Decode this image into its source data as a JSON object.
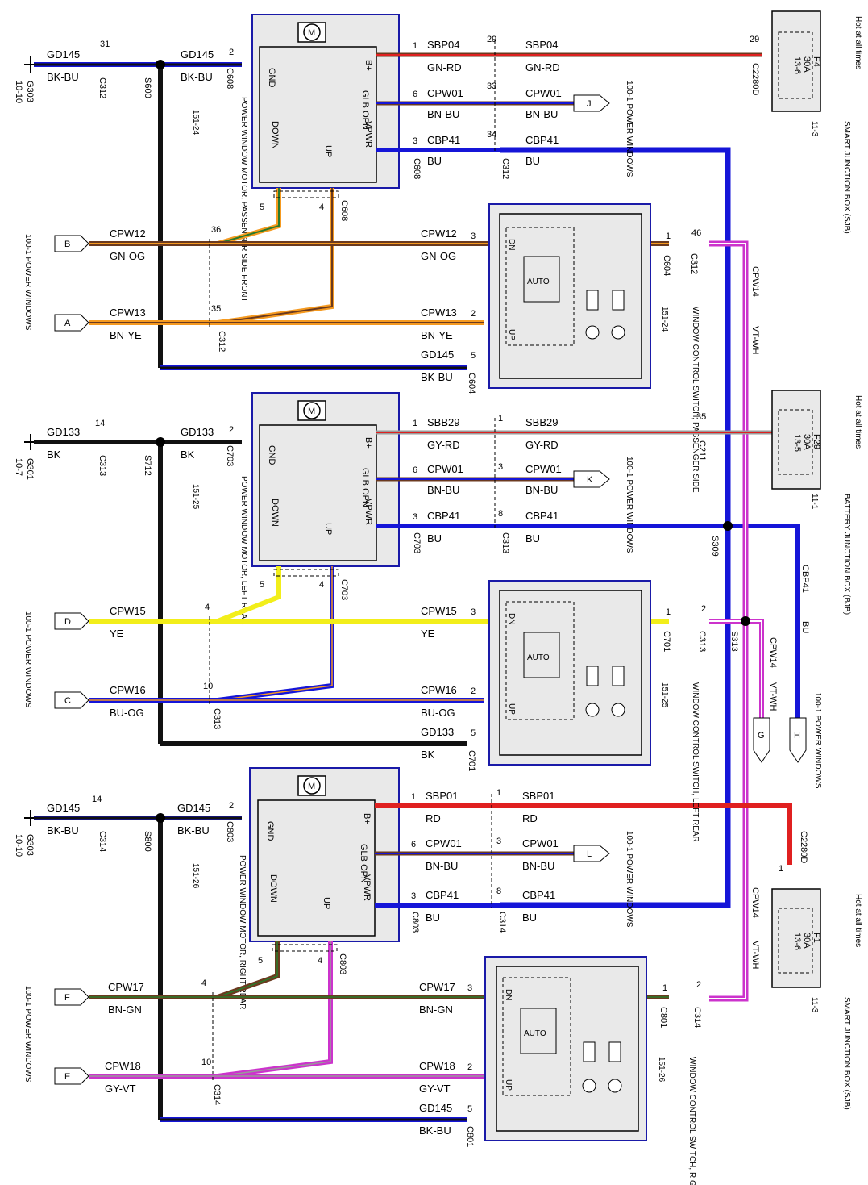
{
  "colors": {
    "BK": "#111111",
    "BU": "#1515d8",
    "RD": "#e02020",
    "YE": "#f2ee1a",
    "VT": "#cc33cc",
    "WH": "#ffffff",
    "GN": "#2a7a2a",
    "BN": "#6b3a1f",
    "OG": "#f59a20",
    "GY": "#9a9a9a",
    "panel_border": "#1a1aa8"
  },
  "motors": [
    {
      "key": "m1",
      "name": "POWER WINDOW MOTOR, PASSENGER SIDE FRONT",
      "ref": "151-24",
      "pins": {
        "gnd": "GND",
        "bplus": "B+",
        "glb": "GLB OPN",
        "vpwr": "VPWR",
        "down": "DOWN",
        "up": "UP"
      }
    },
    {
      "key": "m2",
      "name": "POWER WINDOW MOTOR, LEFT REAR",
      "ref": "151-25",
      "pins": {
        "gnd": "GND",
        "bplus": "B+",
        "glb": "GLB OPN",
        "vpwr": "VPWR",
        "down": "DOWN",
        "up": "UP"
      }
    },
    {
      "key": "m3",
      "name": "POWER WINDOW MOTOR, RIGHT REAR",
      "ref": "151-26",
      "pins": {
        "gnd": "GND",
        "bplus": "B+",
        "glb": "GLB OPN",
        "vpwr": "VPWR",
        "down": "DOWN",
        "up": "UP"
      }
    }
  ],
  "switches": [
    {
      "key": "s1",
      "name": "WINDOW CONTROL SWITCH, PASSENGER SIDE",
      "ref": "151-24",
      "dn": "DN",
      "auto": "AUTO",
      "up": "UP"
    },
    {
      "key": "s2",
      "name": "WINDOW CONTROL SWITCH, LEFT REAR",
      "ref": "151-25",
      "dn": "DN",
      "auto": "AUTO",
      "up": "UP"
    },
    {
      "key": "s3",
      "name": "WINDOW CONTROL SWITCH, RIGHT REAR",
      "ref": "151-26",
      "dn": "DN",
      "auto": "AUTO",
      "up": "UP"
    }
  ],
  "fuse_boxes": [
    {
      "key": "f1",
      "fuse": "F4",
      "amps": "30A",
      "loc": "13-6",
      "hot": "Hot at all times",
      "box": "SMART JUNCTION BOX (SJB)",
      "ref": "11-3"
    },
    {
      "key": "f2",
      "fuse": "F29",
      "amps": "30A",
      "loc": "13-5",
      "hot": "Hot at all times",
      "box": "BATTERY JUNCTION BOX (BJB)",
      "ref": "11-1"
    },
    {
      "key": "f3",
      "fuse": "F1",
      "amps": "30A",
      "loc": "13-6",
      "hot": "Hot at all times",
      "box": "SMART JUNCTION BOX (SJB)",
      "ref": "11-3"
    }
  ],
  "grounds": [
    {
      "key": "g1",
      "name": "G303",
      "ref": "10-10"
    },
    {
      "key": "g2",
      "name": "G301",
      "ref": "10-7"
    },
    {
      "key": "g3",
      "name": "G303",
      "ref": "10-10"
    }
  ],
  "page_refs": {
    "pw": "100-1 POWER WINDOWS",
    "J": "J",
    "K": "K",
    "L": "L",
    "A": "A",
    "B": "B",
    "C": "C",
    "D": "D",
    "E": "E",
    "F": "F",
    "G": "G",
    "H": "H"
  },
  "circuits": {
    "GD145": "GD145",
    "GD133": "GD133",
    "SBP04": "SBP04",
    "SBB29": "SBB29",
    "SBP01": "SBP01",
    "CPW01": "CPW01",
    "CBP41": "CBP41",
    "CPW12": "CPW12",
    "CPW13": "CPW13",
    "CPW14": "CPW14",
    "CPW15": "CPW15",
    "CPW16": "CPW16",
    "CPW17": "CPW17",
    "CPW18": "CPW18"
  },
  "wire_colors": {
    "BK_BU": "BK-BU",
    "BK": "BK",
    "GN_RD": "GN-RD",
    "GY_RD": "GY-RD",
    "RD": "RD",
    "BN_BU": "BN-BU",
    "BU": "BU",
    "GN_OG": "GN-OG",
    "BN_YE": "BN-YE",
    "VT_WH": "VT-WH",
    "YE": "YE",
    "BU_OG": "BU-OG",
    "BN_GN": "BN-GN",
    "GY_VT": "GY-VT"
  },
  "connectors": {
    "C312": "C312",
    "C313": "C313",
    "C314": "C314",
    "C608": "C608",
    "C604": "C604",
    "C703": "C703",
    "C701": "C701",
    "C803": "C803",
    "C801": "C801",
    "C2280D": "C2280D",
    "C211": "C211",
    "S600": "S600",
    "S712": "S712",
    "S800": "S800",
    "S309": "S309",
    "S313": "S313"
  },
  "pins": {
    "p1": "1",
    "p2": "2",
    "p3": "3",
    "p4": "4",
    "p5": "5",
    "p6": "6",
    "p8": "8",
    "p10": "10",
    "p14": "14",
    "p29": "29",
    "p31": "31",
    "p33": "33",
    "p34": "34",
    "p35": "35",
    "p36": "36",
    "p46": "46"
  }
}
